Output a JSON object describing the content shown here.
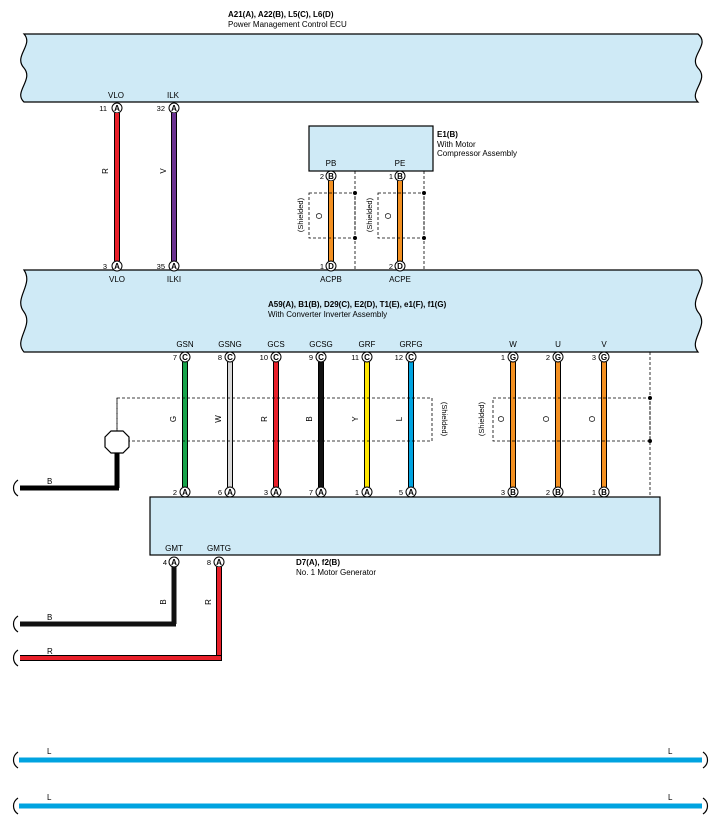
{
  "ecu": {
    "title": "A21(A), A22(B), L5(C), L6(D)",
    "subtitle": "Power Management Control ECU",
    "pins": [
      {
        "num": "11",
        "conn": "A",
        "name": "VLO"
      },
      {
        "num": "32",
        "conn": "A",
        "name": "ILK"
      }
    ]
  },
  "compressor": {
    "title": "E1(B)",
    "subtitle_line1": "With Motor",
    "subtitle_line2": "Compressor Assembly",
    "pins": [
      {
        "num": "2",
        "conn": "B",
        "name": "PB"
      },
      {
        "num": "1",
        "conn": "B",
        "name": "PE"
      }
    ]
  },
  "inverter": {
    "title": "A59(A), B1(B), D29(C), E2(D), T1(E), e1(F), f1(G)",
    "subtitle": "With Converter Inverter Assembly",
    "top_pins": [
      {
        "num": "3",
        "conn": "A",
        "name": "VLO"
      },
      {
        "num": "35",
        "conn": "A",
        "name": "ILKI"
      },
      {
        "num": "1",
        "conn": "D",
        "name": "ACPB"
      },
      {
        "num": "2",
        "conn": "D",
        "name": "ACPE"
      }
    ],
    "bottom_pins": [
      {
        "num": "7",
        "conn": "C",
        "name": "GSN"
      },
      {
        "num": "8",
        "conn": "C",
        "name": "GSNG"
      },
      {
        "num": "10",
        "conn": "C",
        "name": "GCS"
      },
      {
        "num": "9",
        "conn": "C",
        "name": "GCSG"
      },
      {
        "num": "11",
        "conn": "C",
        "name": "GRF"
      },
      {
        "num": "12",
        "conn": "C",
        "name": "GRFG"
      },
      {
        "num": "1",
        "conn": "G",
        "name": "W"
      },
      {
        "num": "2",
        "conn": "G",
        "name": "U"
      },
      {
        "num": "3",
        "conn": "G",
        "name": "V"
      }
    ]
  },
  "generator": {
    "title": "D7(A), f2(B)",
    "subtitle": "No. 1 Motor Generator",
    "top_pins": [
      {
        "num": "2",
        "conn": "A",
        "name": "GSN"
      },
      {
        "num": "6",
        "conn": "A",
        "name": "GSNG"
      },
      {
        "num": "3",
        "conn": "A",
        "name": "GCS"
      },
      {
        "num": "7",
        "conn": "A",
        "name": "GCSG"
      },
      {
        "num": "1",
        "conn": "A",
        "name": "GRF"
      },
      {
        "num": "5",
        "conn": "A",
        "name": "GRFG"
      },
      {
        "num": "3",
        "conn": "B",
        "name": "W"
      },
      {
        "num": "2",
        "conn": "B",
        "name": "U"
      },
      {
        "num": "1",
        "conn": "B",
        "name": "V"
      }
    ],
    "bottom_pins": [
      {
        "num": "4",
        "conn": "A",
        "name": "GMT"
      },
      {
        "num": "8",
        "conn": "A",
        "name": "GMTG"
      }
    ]
  },
  "wires": {
    "vlo": "R",
    "ilk": "V",
    "acpb": "O",
    "acpe": "O",
    "gsn": "G",
    "gsng": "W",
    "gcs": "R",
    "gcsg": "B",
    "grf": "Y",
    "grfg": "L",
    "w": "O",
    "u": "O",
    "v": "O",
    "gnd_left": "B",
    "gmt": "B",
    "gmtg": "R",
    "gmt_left": "B",
    "gmtg_left": "R",
    "l1_left": "L",
    "l1_right": "L",
    "l2_left": "L",
    "l2_right": "L"
  },
  "shielded_label": "(Shielded)",
  "colors": {
    "component_fill": "#cfeaf6",
    "red": "#e8202a",
    "violet": "#6a3290",
    "orange": "#f39021",
    "green": "#17a34a",
    "white_wire": "#d9d9d9",
    "black": "#111111",
    "yellow": "#ffe600",
    "blue": "#00a3e0"
  }
}
